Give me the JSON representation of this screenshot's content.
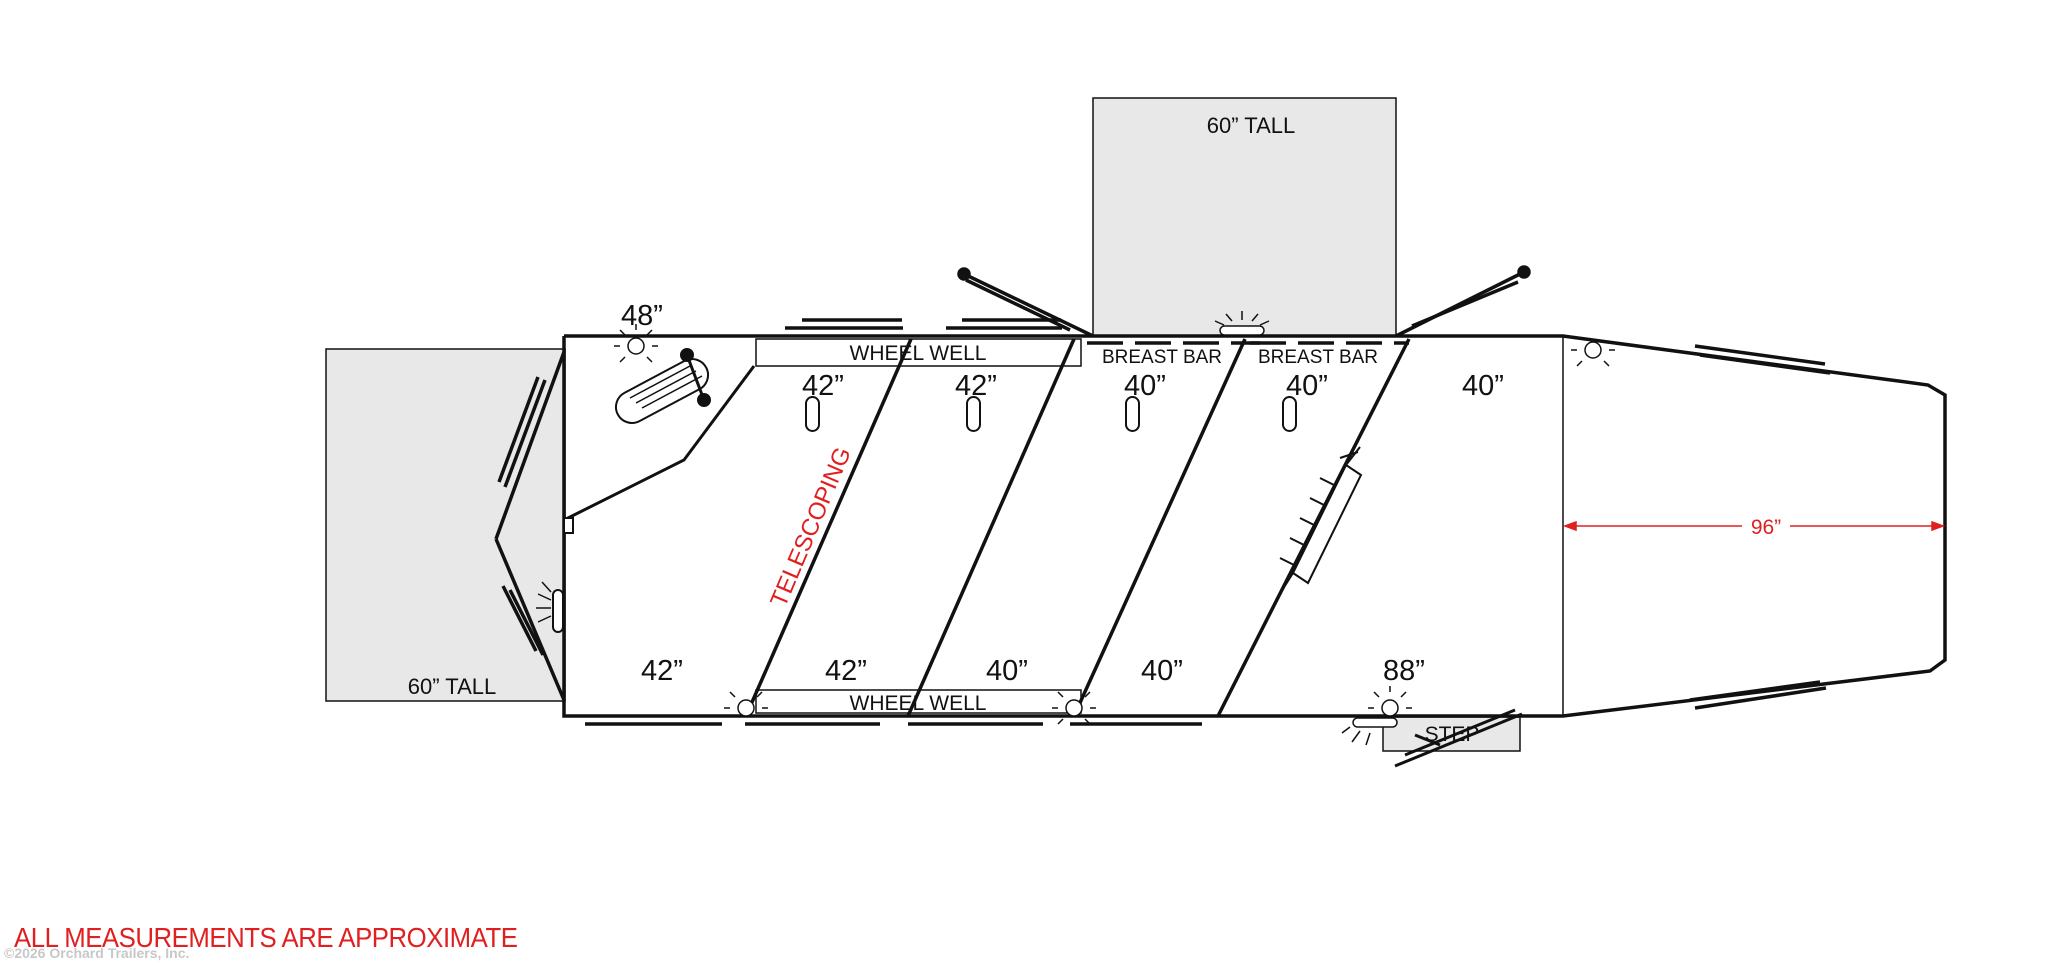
{
  "labels": {
    "rear_ramp_height": "60” TALL",
    "side_ramp_height": "60” TALL",
    "wheel_well_top": "WHEEL WELL",
    "wheel_well_bottom": "WHEEL WELL",
    "breast_bar_1": "BREAST BAR",
    "breast_bar_2": "BREAST BAR",
    "telescoping": "TELESCOPING",
    "step": "STEP",
    "width": "96”"
  },
  "dimensions": {
    "rear_door": "48”",
    "stall1_top": "42”",
    "stall2_top": "42”",
    "stall3_top": "40”",
    "stall4_top": "40”",
    "dressing_top": "40”",
    "rear_bottom": "42”",
    "stall1_bottom": "42”",
    "stall2_bottom": "40”",
    "stall3_bottom": "40”",
    "side_door": "88”"
  },
  "footer": {
    "disclaimer": "ALL MEASUREMENTS ARE APPROXIMATE",
    "copyright": "©2026 Orchard Trailers, Inc."
  },
  "colors": {
    "ramp_fill": "#e8e8e8",
    "outline": "#111111",
    "accent_red": "#e02020"
  }
}
